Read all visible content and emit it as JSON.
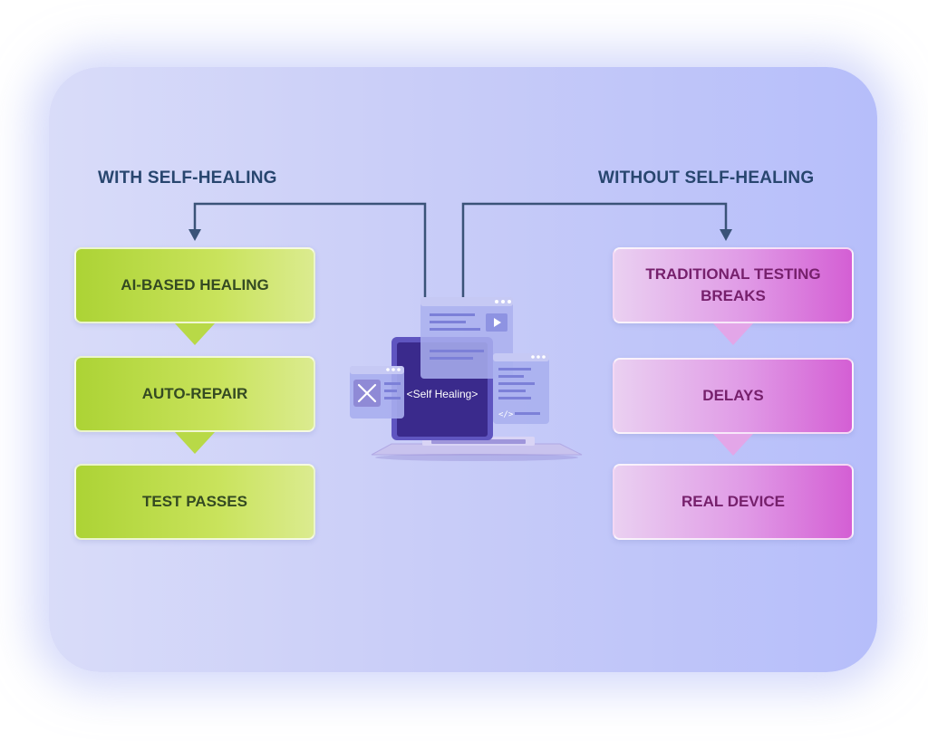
{
  "left": {
    "heading": "WITH SELF-HEALING",
    "steps": [
      "AI-BASED HEALING",
      "AUTO-REPAIR",
      "TEST PASSES"
    ]
  },
  "right": {
    "heading": "WITHOUT SELF-HEALING",
    "steps": [
      "TRADITIONAL TESTING BREAKS",
      "DELAYS",
      "REAL DEVICE"
    ]
  },
  "center": {
    "screen_label": "<Self Healing>"
  },
  "colors": {
    "heading": "#28466f",
    "connector": "#3a5378",
    "green_box": "#b8d947",
    "pink_box": "#e09ae6",
    "laptop_screen": "#3a2a8c"
  },
  "icons": [
    "laptop-icon",
    "tools-icon",
    "code-icon",
    "play-icon"
  ]
}
